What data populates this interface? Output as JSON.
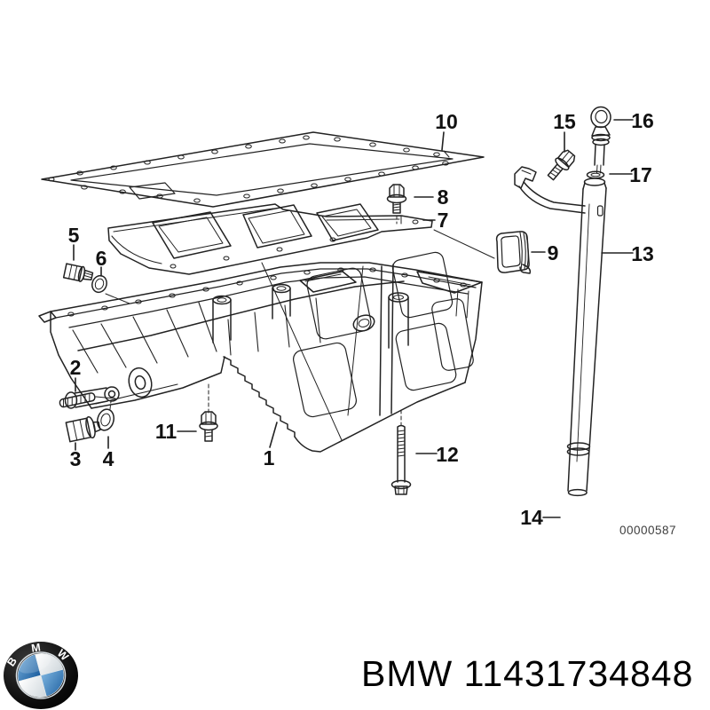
{
  "diagram": {
    "watermark": "00000587",
    "callouts": [
      {
        "id": "1"
      },
      {
        "id": "2"
      },
      {
        "id": "3"
      },
      {
        "id": "4"
      },
      {
        "id": "5"
      },
      {
        "id": "6"
      },
      {
        "id": "7"
      },
      {
        "id": "8"
      },
      {
        "id": "9"
      },
      {
        "id": "10"
      },
      {
        "id": "11"
      },
      {
        "id": "12"
      },
      {
        "id": "13"
      },
      {
        "id": "14"
      },
      {
        "id": "15"
      },
      {
        "id": "16"
      },
      {
        "id": "17"
      }
    ]
  },
  "footer": {
    "brand": "BMW",
    "part_number": "11431734848",
    "logo_letters": [
      "B",
      "M",
      "W"
    ]
  },
  "colors": {
    "line": "#222222",
    "background": "#ffffff",
    "label_text": "#111111",
    "watermark_text": "#3d3d3d",
    "bmw_blue_light": "#79b1dd",
    "bmw_blue_dark": "#1b5d9e",
    "bmw_ring": "#0a0a0a"
  }
}
